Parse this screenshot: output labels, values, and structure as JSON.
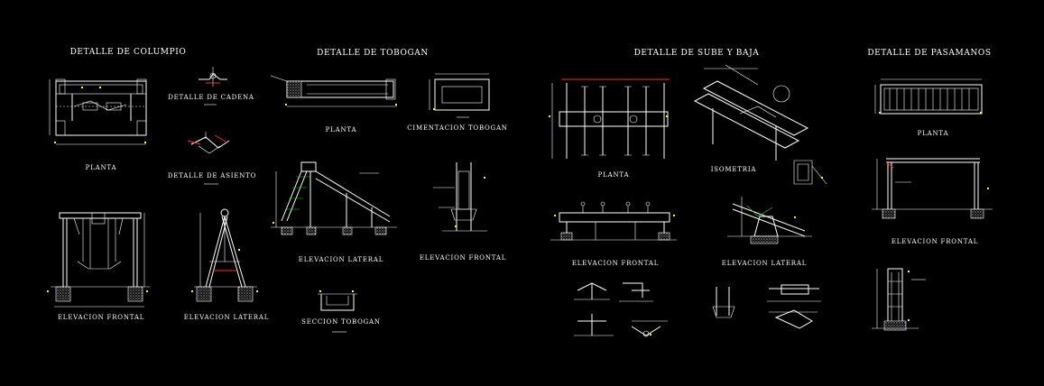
{
  "sections": {
    "columpio": {
      "title": "DETALLE DE COLUMPIO",
      "labels": {
        "planta": "PLANTA",
        "cadena": "DETALLE DE CADENA",
        "asiento": "DETALLE DE ASIENTO",
        "elevacion_frontal": "ELEVACION FRONTAL",
        "elevacion_lateral": "ELEVACION LATERAL"
      }
    },
    "tobogan": {
      "title": "DETALLE DE TOBOGAN",
      "labels": {
        "planta": "PLANTA",
        "cimentacion": "CIMENTACION TOBOGAN",
        "elevacion_lateral": "ELEVACION LATERAL",
        "elevacion_frontal": "ELEVACION FRONTAL",
        "seccion": "SECCION TOBOGAN"
      }
    },
    "sube_baja": {
      "title": "DETALLE DE SUBE Y BAJA",
      "labels": {
        "planta": "PLANTA",
        "isometria": "ISOMETRIA",
        "elevacion_frontal": "ELEVACION FRONTAL",
        "elevacion_lateral": "ELEVACION LATERAL"
      }
    },
    "pasamanos": {
      "title": "DETALLE DE PASAMANOS",
      "labels": {
        "planta": "PLANTA",
        "elevacion_frontal": "ELEVACION FRONTAL"
      }
    }
  },
  "colors": {
    "background": "#000000",
    "lines": "#ffffff",
    "accent_red": "#ff2a2a",
    "accent_cyan": "#22c8c8",
    "accent_yellow": "#ffff00",
    "accent_green": "#30d030"
  }
}
